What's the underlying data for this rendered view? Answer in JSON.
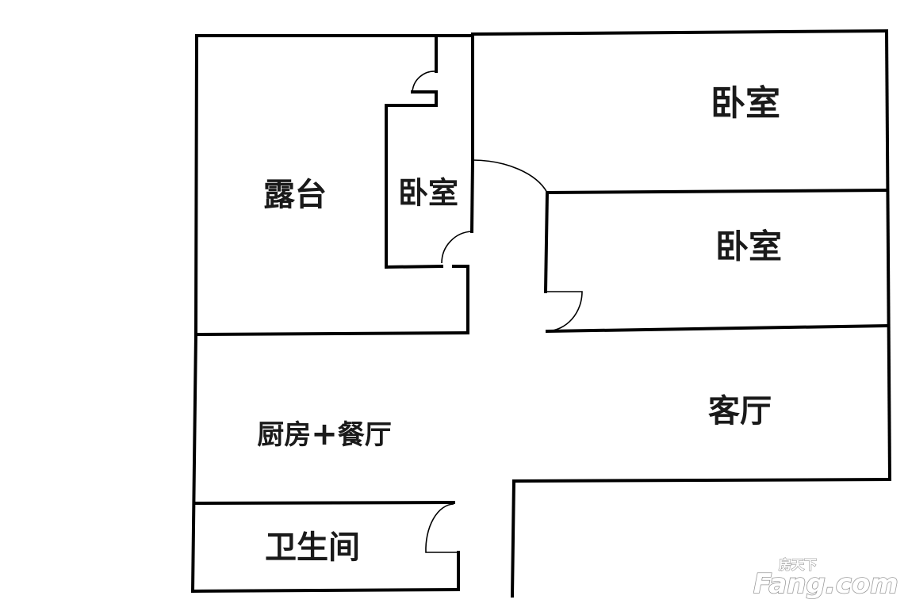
{
  "rooms": {
    "terrace": "露台",
    "small_bedroom": "卧室",
    "bedroom_top": "卧室",
    "bedroom_middle": "卧室",
    "living_room": "客厅",
    "kitchen_dining": "厨房",
    "kitchen_dining_plus": "+",
    "kitchen_dining_tail": "餐厅",
    "bathroom": "卫生间"
  },
  "watermark": {
    "chinese": "房天下",
    "brand": "Fang.com"
  },
  "colors": {
    "wall": "#000000",
    "label": "#1a1a1a",
    "watermark_stroke": "#9a9a9a"
  }
}
